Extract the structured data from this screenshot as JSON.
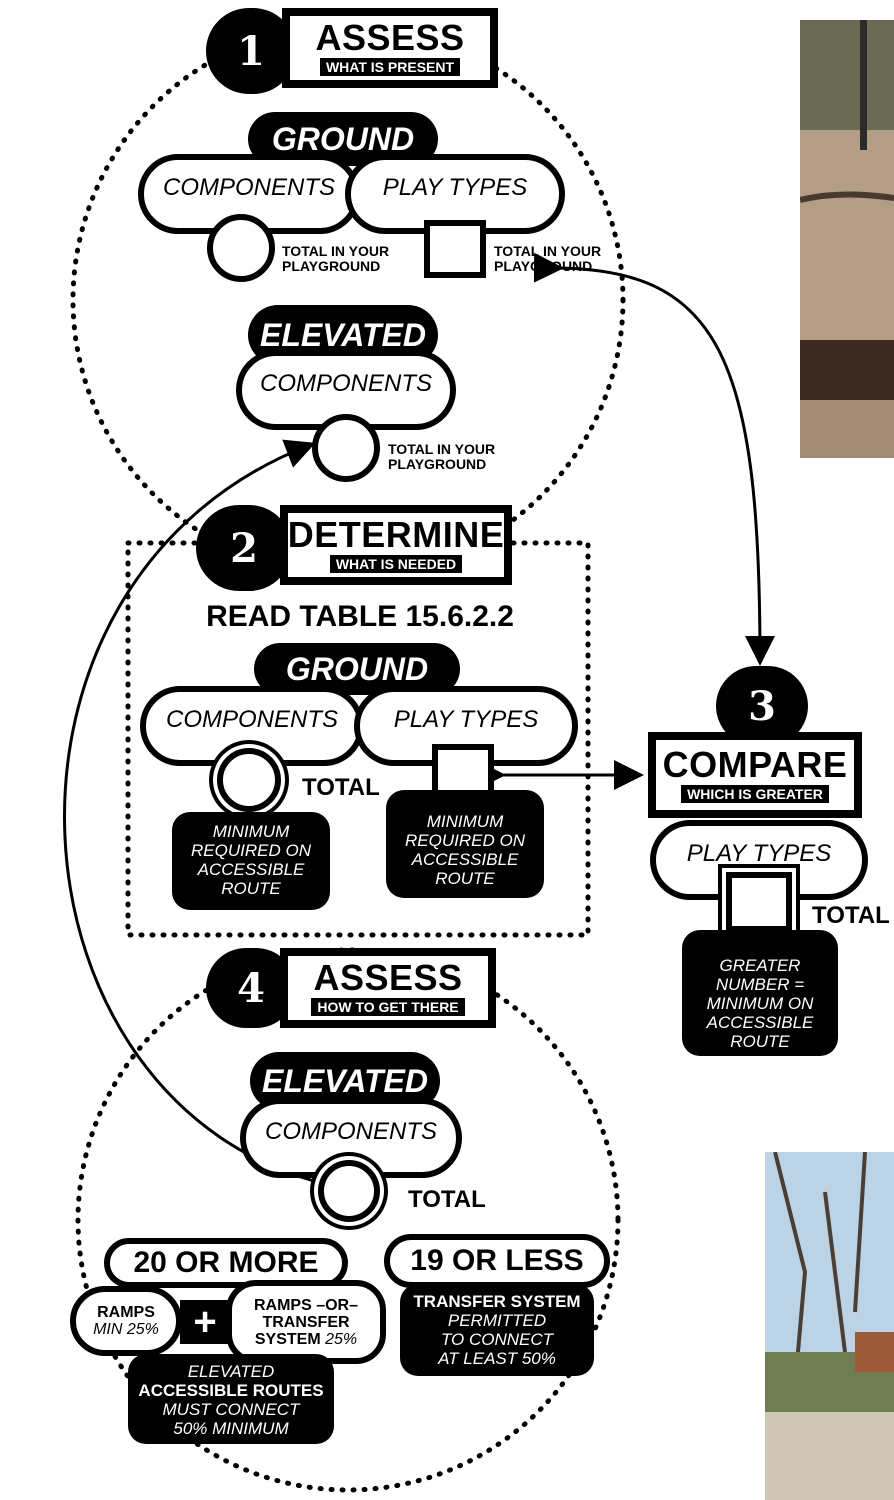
{
  "step1": {
    "number": "1",
    "title": "ASSESS",
    "subtitle": "WHAT IS PRESENT"
  },
  "step1_ground": {
    "label": "GROUND",
    "components": "COMPONENTS",
    "play_types": "PLAY TYPES",
    "comp_total": "TOTAL IN YOUR PLAYGROUND",
    "play_total": "TOTAL IN YOUR PLAYGROUND"
  },
  "step1_elevated": {
    "label": "ELEVATED",
    "components": "COMPONENTS",
    "comp_total": "TOTAL IN YOUR PLAYGROUND"
  },
  "step2": {
    "number": "2",
    "title": "DETERMINE",
    "subtitle": "WHAT IS NEEDED",
    "read_table": "READ TABLE 15.6.2.2"
  },
  "step2_ground": {
    "label": "GROUND",
    "components": "COMPONENTS",
    "play_types": "PLAY TYPES",
    "total": "TOTAL",
    "comp_min": "MINIMUM REQUIRED ON ACCESSIBLE ROUTE",
    "play_min": "MINIMUM REQUIRED ON ACCESSIBLE ROUTE"
  },
  "step3": {
    "number": "3",
    "title": "COMPARE",
    "subtitle": "WHICH IS GREATER",
    "play_types": "PLAY TYPES",
    "total": "TOTAL",
    "greater": "GREATER NUMBER = MINIMUM ON ACCESSIBLE ROUTE"
  },
  "step4": {
    "number": "4",
    "title": "ASSESS",
    "subtitle": "HOW TO GET THERE",
    "elevated": "ELEVATED",
    "components": "COMPONENTS",
    "total": "TOTAL"
  },
  "step4_20": {
    "label": "20 OR MORE",
    "ramps": "RAMPS",
    "ramps_min": "MIN 25%",
    "plus": "+",
    "ramps_or": "RAMPS –OR–",
    "transfer": "TRANSFER",
    "system": "SYSTEM",
    "system_pct": "25%",
    "elevated": "ELEVATED",
    "acc_routes": "ACCESSIBLE ROUTES",
    "must": "MUST CONNECT",
    "min50": "50% MINIMUM"
  },
  "step4_19": {
    "label": "19 OR LESS",
    "transfer_system": "TRANSFER SYSTEM",
    "permitted": "PERMITTED",
    "to_connect": "TO CONNECT",
    "at_least": "AT LEAST 50%"
  }
}
